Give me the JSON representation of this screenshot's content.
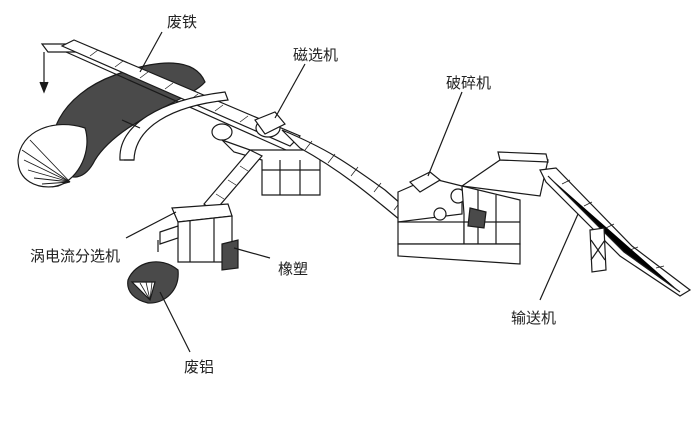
{
  "labels": {
    "scrap_iron": "废铁",
    "magnetic_separator": "磁选机",
    "crusher": "破碎机",
    "eddy_current_separator": "涡电流分选机",
    "rubber_plastic": "橡塑",
    "scrap_aluminum": "废铝",
    "conveyor": "输送机"
  },
  "colors": {
    "line": "#1a1a1a",
    "fill_dark": "#4a4a4a",
    "fill_light": "#ffffff"
  }
}
